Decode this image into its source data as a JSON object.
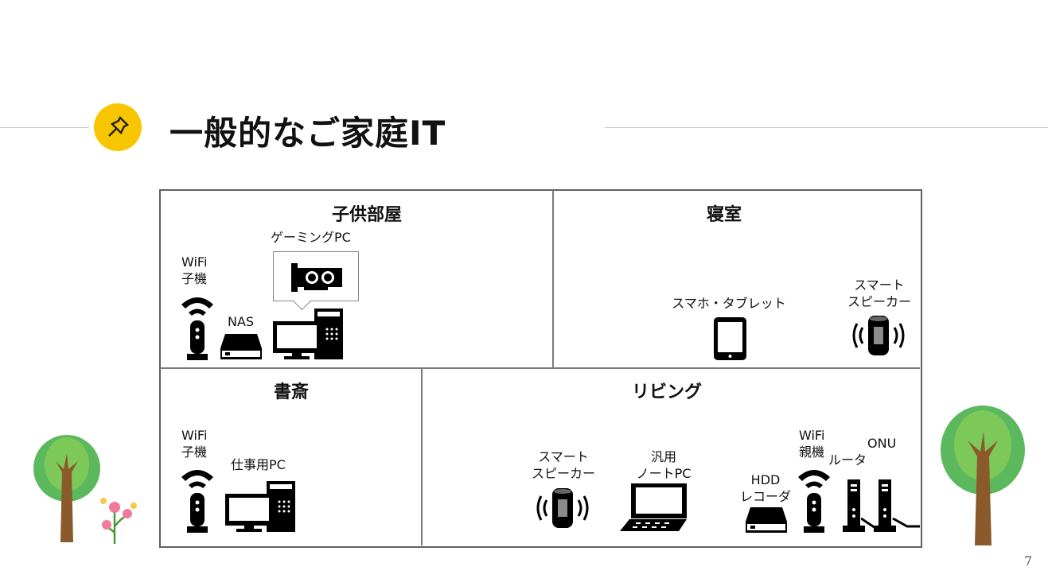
{
  "slide": {
    "title": "一般的なご家庭IT",
    "page_number": "7",
    "accent_color": "#f7c600"
  },
  "rooms": {
    "kids_room": {
      "title": "子供部屋",
      "wifi": "WiFi\n子機",
      "nas": "NAS",
      "gaming_pc": "ゲーミングPC"
    },
    "bedroom": {
      "title": "寝室",
      "tablet": "スマホ・タブレット",
      "speaker": "スマート\nスピーカー"
    },
    "study": {
      "title": "書斎",
      "wifi": "WiFi\n子機",
      "work_pc": "仕事用PC"
    },
    "living": {
      "title": "リビング",
      "speaker": "スマート\nスピーカー",
      "laptop": "汎用\nノートPC",
      "hdd": "HDD\nレコーダ",
      "wifi": "WiFi\n親機",
      "router": "ルータ",
      "onu": "ONU"
    }
  }
}
